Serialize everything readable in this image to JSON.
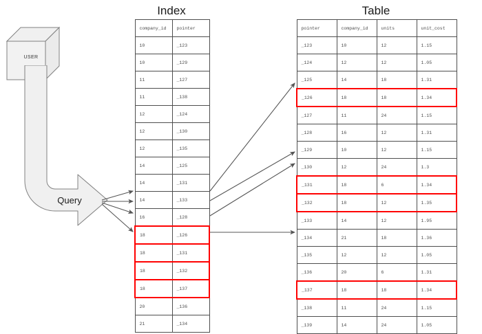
{
  "titles": {
    "index": "Index",
    "table": "Table"
  },
  "user_node": {
    "label": "USER",
    "shape": "cube-icon"
  },
  "query_arrow": {
    "label": "Query",
    "shape": "bent-block-arrow-icon"
  },
  "index_table": {
    "name": "Index",
    "columns": [
      "company_id",
      "pointer"
    ],
    "rows": [
      {
        "company_id": "10",
        "pointer": "_123",
        "highlight": false
      },
      {
        "company_id": "10",
        "pointer": "_129",
        "highlight": false
      },
      {
        "company_id": "11",
        "pointer": "_127",
        "highlight": false
      },
      {
        "company_id": "11",
        "pointer": "_138",
        "highlight": false
      },
      {
        "company_id": "12",
        "pointer": "_124",
        "highlight": false
      },
      {
        "company_id": "12",
        "pointer": "_130",
        "highlight": false
      },
      {
        "company_id": "12",
        "pointer": "_135",
        "highlight": false
      },
      {
        "company_id": "14",
        "pointer": "_125",
        "highlight": false
      },
      {
        "company_id": "14",
        "pointer": "_131",
        "highlight": false
      },
      {
        "company_id": "14",
        "pointer": "_133",
        "highlight": false
      },
      {
        "company_id": "16",
        "pointer": "_128",
        "highlight": false
      },
      {
        "company_id": "18",
        "pointer": "_126",
        "highlight": true
      },
      {
        "company_id": "18",
        "pointer": "_131",
        "highlight": true
      },
      {
        "company_id": "18",
        "pointer": "_132",
        "highlight": true
      },
      {
        "company_id": "18",
        "pointer": "_137",
        "highlight": true
      },
      {
        "company_id": "20",
        "pointer": "_136",
        "highlight": false
      },
      {
        "company_id": "21",
        "pointer": "_134",
        "highlight": false
      }
    ]
  },
  "data_table": {
    "name": "Table",
    "columns": [
      "pointer",
      "company_id",
      "units",
      "unit_cost"
    ],
    "rows": [
      {
        "pointer": "_123",
        "company_id": "10",
        "units": "12",
        "unit_cost": "1.15",
        "highlight": false
      },
      {
        "pointer": "_124",
        "company_id": "12",
        "units": "12",
        "unit_cost": "1.05",
        "highlight": false
      },
      {
        "pointer": "_125",
        "company_id": "14",
        "units": "18",
        "unit_cost": "1.31",
        "highlight": false
      },
      {
        "pointer": "_126",
        "company_id": "18",
        "units": "18",
        "unit_cost": "1.34",
        "highlight": true
      },
      {
        "pointer": "_127",
        "company_id": "11",
        "units": "24",
        "unit_cost": "1.15",
        "highlight": false
      },
      {
        "pointer": "_128",
        "company_id": "16",
        "units": "12",
        "unit_cost": "1.31",
        "highlight": false
      },
      {
        "pointer": "_129",
        "company_id": "10",
        "units": "12",
        "unit_cost": "1.15",
        "highlight": false
      },
      {
        "pointer": "_130",
        "company_id": "12",
        "units": "24",
        "unit_cost": "1.3",
        "highlight": false
      },
      {
        "pointer": "_131",
        "company_id": "18",
        "units": "6",
        "unit_cost": "1.34",
        "highlight": true
      },
      {
        "pointer": "_132",
        "company_id": "18",
        "units": "12",
        "unit_cost": "1.35",
        "highlight": true
      },
      {
        "pointer": "_133",
        "company_id": "14",
        "units": "12",
        "unit_cost": "1.95",
        "highlight": false
      },
      {
        "pointer": "_134",
        "company_id": "21",
        "units": "18",
        "unit_cost": "1.36",
        "highlight": false
      },
      {
        "pointer": "_135",
        "company_id": "12",
        "units": "12",
        "unit_cost": "1.05",
        "highlight": false
      },
      {
        "pointer": "_136",
        "company_id": "20",
        "units": "6",
        "unit_cost": "1.31",
        "highlight": false
      },
      {
        "pointer": "_137",
        "company_id": "18",
        "units": "18",
        "unit_cost": "1.34",
        "highlight": true
      },
      {
        "pointer": "_138",
        "company_id": "11",
        "units": "24",
        "unit_cost": "1.15",
        "highlight": false
      },
      {
        "pointer": "_139",
        "company_id": "14",
        "units": "24",
        "unit_cost": "1.05",
        "highlight": false
      }
    ]
  },
  "colors": {
    "highlight": "#ff0000",
    "grid_line": "#4d4d4d",
    "shape_fill": "#f0f0f0",
    "shape_stroke": "#808080",
    "arrow": "#555555",
    "text": "#4d4d4d"
  }
}
